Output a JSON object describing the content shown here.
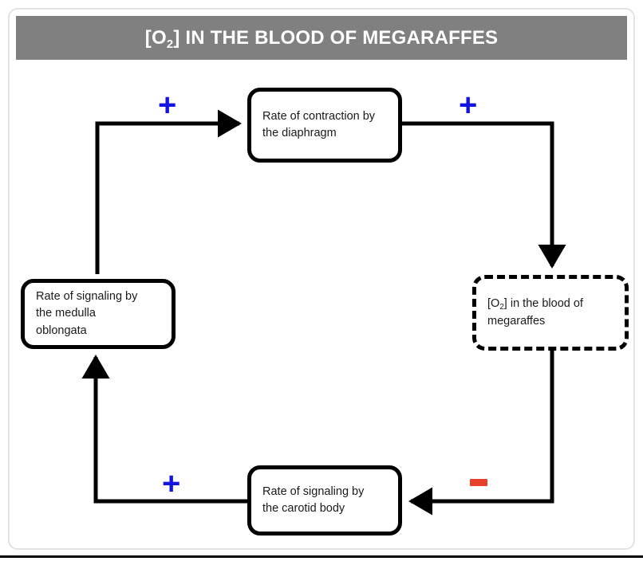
{
  "card": {
    "title_prefix": "[O",
    "title_sub": "2",
    "title_suffix": "] IN THE BLOOD OF MEGARAFFES",
    "header_color": "#808080",
    "border_color": "#e3e3e3"
  },
  "diagram": {
    "type": "feedback-loop",
    "nodes": [
      {
        "id": "diaphragm",
        "label": "Rate of contraction by the diaphragm",
        "line1": "Rate of contraction by",
        "line2": "the diaphragm",
        "style": "solid",
        "position": "top"
      },
      {
        "id": "o2",
        "label_prefix": "[O",
        "label_sub": "2",
        "label_suffix": "] in the blood of",
        "line2": "megaraffes",
        "style": "dashed",
        "position": "right"
      },
      {
        "id": "carotid",
        "label": "Rate of signaling by the carotid body",
        "line1": "Rate of signaling by",
        "line2": "the carotid body",
        "style": "solid",
        "position": "bottom"
      },
      {
        "id": "medulla",
        "label": "Rate of signaling by the medulla oblongata",
        "line1": "Rate of signaling by",
        "line2": "the medulla",
        "line3": "oblongata",
        "style": "solid",
        "position": "left"
      }
    ],
    "edges": [
      {
        "id": "medulla-to-diaphragm",
        "from": "medulla",
        "to": "diaphragm",
        "sign": "+",
        "sign_color": "#1414e0"
      },
      {
        "id": "diaphragm-to-o2",
        "from": "diaphragm",
        "to": "o2",
        "sign": "+",
        "sign_color": "#1414e0"
      },
      {
        "id": "o2-to-carotid",
        "from": "o2",
        "to": "carotid",
        "sign": "-",
        "sign_color": "#e8402a"
      },
      {
        "id": "carotid-to-medulla",
        "from": "carotid",
        "to": "medulla",
        "sign": "+",
        "sign_color": "#1414e0"
      }
    ],
    "signs": {
      "plus": "+",
      "minus": "–"
    }
  }
}
